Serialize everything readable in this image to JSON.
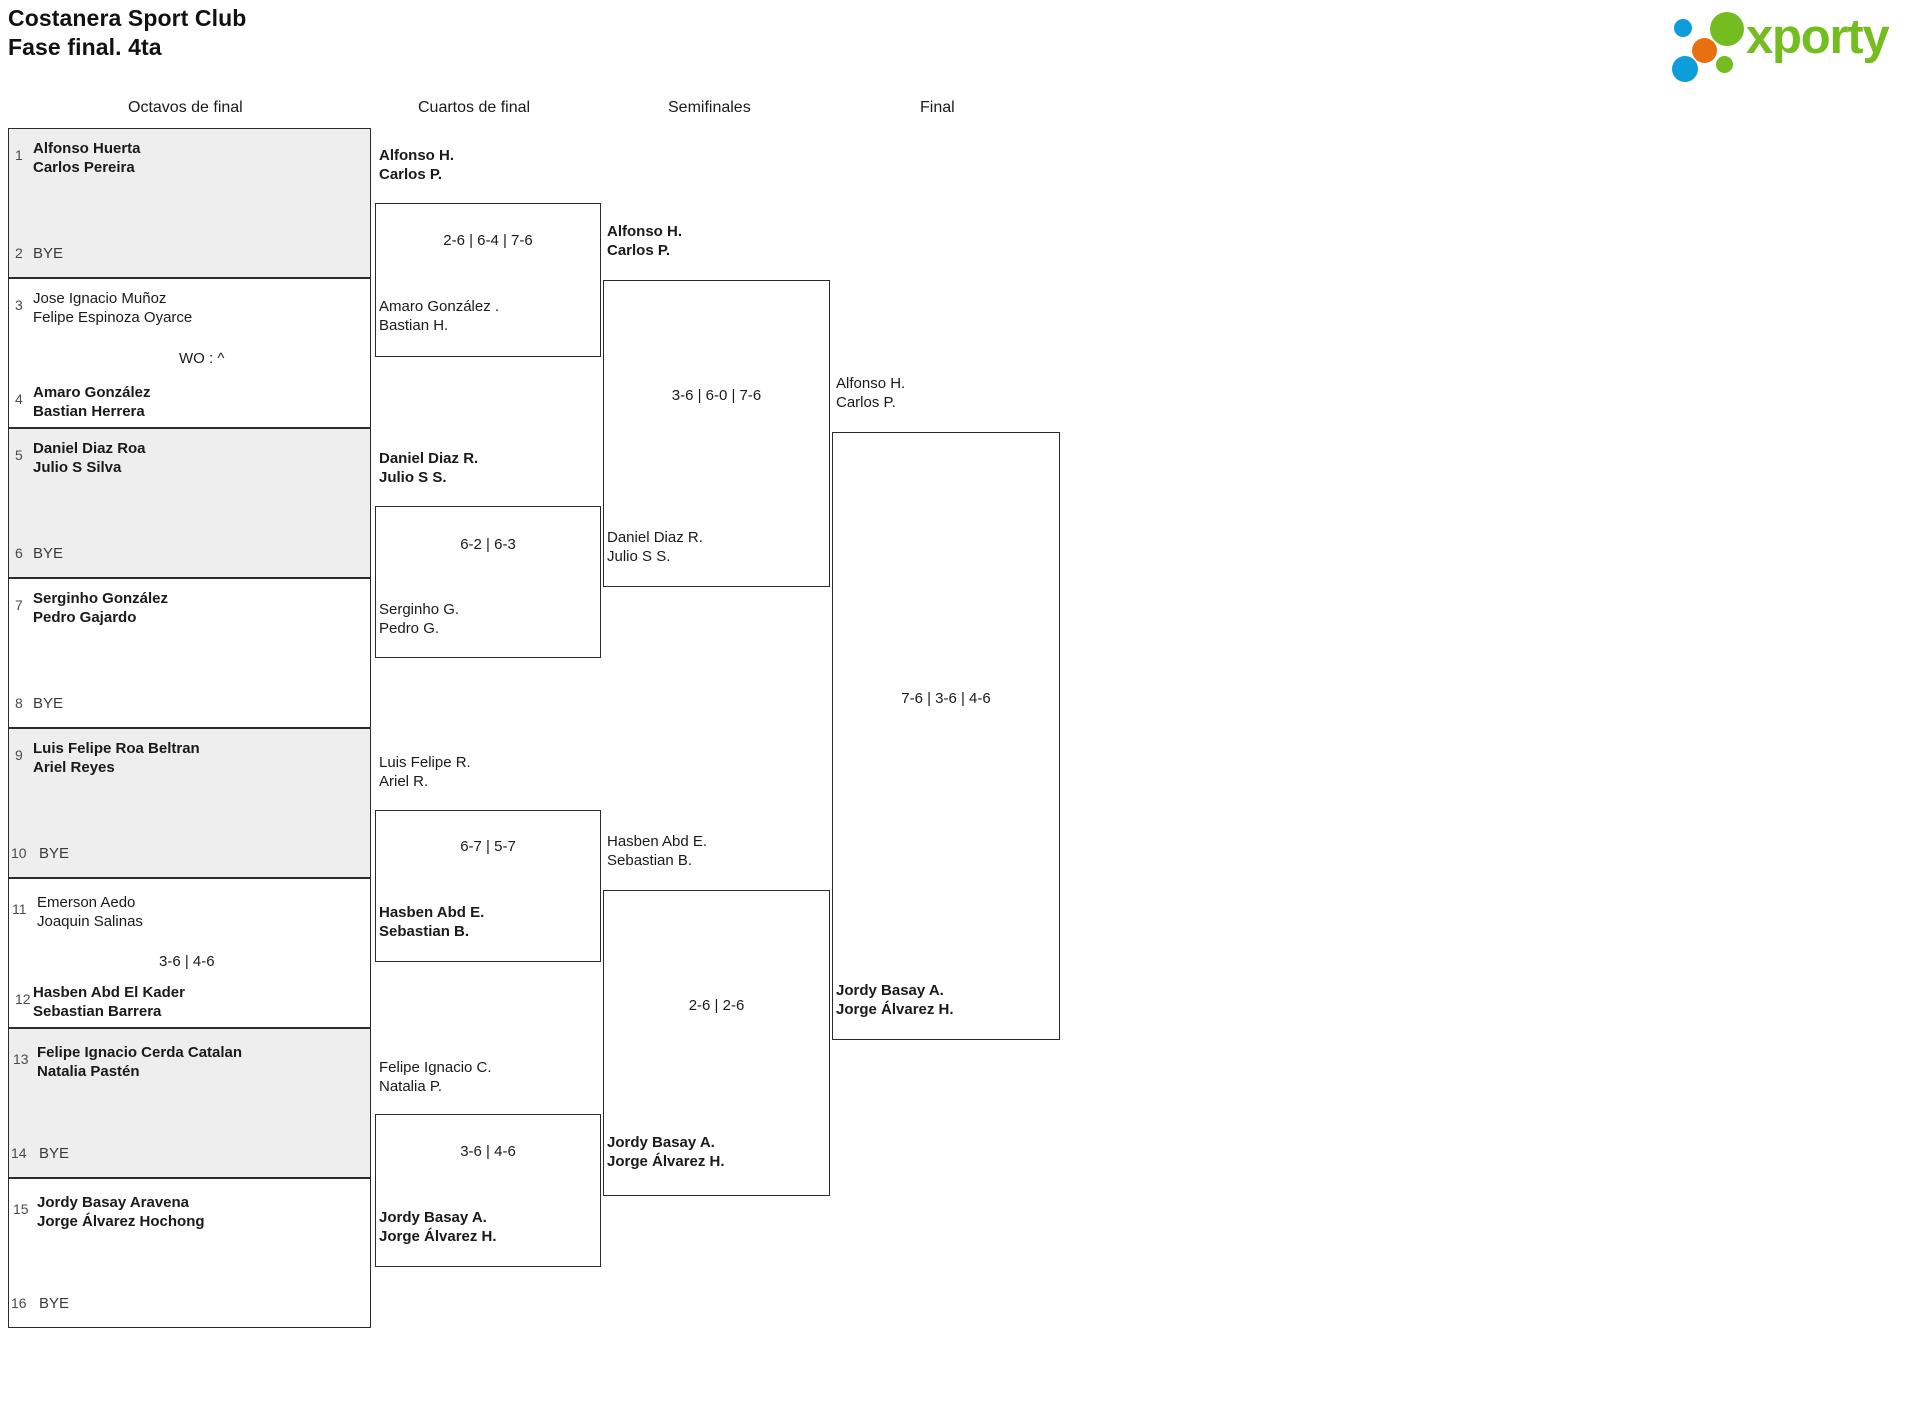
{
  "header": {
    "club": "Costanera Sport Club",
    "phase": "Fase final. 4ta",
    "logo_text": "xporty",
    "brand_colors": {
      "green": "#74bc1f",
      "blue": "#0d9ddb",
      "orange": "#e8700f"
    }
  },
  "rounds": [
    {
      "label": "Octavos de final"
    },
    {
      "label": "Cuartos de final"
    },
    {
      "label": "Semifinales"
    },
    {
      "label": "Final"
    }
  ],
  "round_of_16": {
    "seeds": [
      {
        "num": "1",
        "line1": "Alfonso Huerta",
        "line2": "Carlos Pereira",
        "winner": true,
        "bye": false
      },
      {
        "num": "2",
        "line1": "BYE",
        "line2": "",
        "winner": false,
        "bye": true
      },
      {
        "num": "3",
        "line1": "Jose Ignacio Muñoz",
        "line2": "Felipe Espinoza Oyarce",
        "winner": false,
        "bye": false
      },
      {
        "num": "4",
        "line1": "Amaro González",
        "line2": "Bastian Herrera",
        "winner": true,
        "bye": false
      },
      {
        "num": "5",
        "line1": "Daniel Diaz Roa",
        "line2": "Julio S Silva",
        "winner": true,
        "bye": false
      },
      {
        "num": "6",
        "line1": "BYE",
        "line2": "",
        "winner": false,
        "bye": true
      },
      {
        "num": "7",
        "line1": "Serginho González",
        "line2": "Pedro Gajardo",
        "winner": true,
        "bye": false
      },
      {
        "num": "8",
        "line1": "BYE",
        "line2": "",
        "winner": false,
        "bye": true
      },
      {
        "num": "9",
        "line1": "Luis Felipe Roa Beltran",
        "line2": "Ariel Reyes",
        "winner": true,
        "bye": false
      },
      {
        "num": "10",
        "line1": "BYE",
        "line2": "",
        "winner": false,
        "bye": true
      },
      {
        "num": "11",
        "line1": "Emerson Aedo",
        "line2": "Joaquin Salinas",
        "winner": false,
        "bye": false
      },
      {
        "num": "12",
        "line1": "Hasben Abd El Kader",
        "line2": "Sebastian Barrera",
        "winner": true,
        "bye": false
      },
      {
        "num": "13",
        "line1": "Felipe Ignacio Cerda Catalan",
        "line2": "Natalia Pastén",
        "winner": true,
        "bye": false
      },
      {
        "num": "14",
        "line1": "BYE",
        "line2": "",
        "winner": false,
        "bye": true
      },
      {
        "num": "15",
        "line1": "Jordy Basay Aravena",
        "line2": "Jorge Álvarez Hochong",
        "winner": true,
        "bye": false
      },
      {
        "num": "16",
        "line1": "BYE",
        "line2": "",
        "winner": false,
        "bye": true
      }
    ],
    "scores": [
      {
        "id": "m2",
        "text": "WO : ^"
      },
      {
        "id": "m6",
        "text": "3-6 | 4-6"
      }
    ]
  },
  "quarterfinals": [
    {
      "top": {
        "line1": "Alfonso H.",
        "line2": "Carlos P.",
        "winner": true
      },
      "bottom": {
        "line1": "Amaro González .",
        "line2": "Bastian H.",
        "winner": false
      },
      "score": "2-6 | 6-4 | 7-6"
    },
    {
      "top": {
        "line1": "Daniel Diaz R.",
        "line2": "Julio S S.",
        "winner": true
      },
      "bottom": {
        "line1": "Serginho G.",
        "line2": "Pedro G.",
        "winner": false
      },
      "score": "6-2 | 6-3"
    },
    {
      "top": {
        "line1": "Luis Felipe R.",
        "line2": "Ariel R.",
        "winner": false
      },
      "bottom": {
        "line1": "Hasben Abd E.",
        "line2": "Sebastian B.",
        "winner": true
      },
      "score": "6-7 | 5-7"
    },
    {
      "top": {
        "line1": "Felipe Ignacio C.",
        "line2": "Natalia P.",
        "winner": false
      },
      "bottom": {
        "line1": "Jordy Basay A.",
        "line2": "Jorge Álvarez H.",
        "winner": true
      },
      "score": "3-6 | 4-6"
    }
  ],
  "semifinals": [
    {
      "top": {
        "line1": "Alfonso H.",
        "line2": "Carlos P.",
        "winner": true
      },
      "bottom": {
        "line1": "Daniel Diaz R.",
        "line2": "Julio S S.",
        "winner": false
      },
      "score": "3-6 | 6-0 | 7-6"
    },
    {
      "top": {
        "line1": "Hasben Abd E.",
        "line2": "Sebastian B.",
        "winner": false
      },
      "bottom": {
        "line1": "Jordy Basay A.",
        "line2": "Jorge Álvarez H.",
        "winner": true
      },
      "score": "2-6 | 2-6"
    }
  ],
  "final": {
    "top": {
      "line1": "Alfonso H.",
      "line2": "Carlos P.",
      "winner": false
    },
    "bottom": {
      "line1": "Jordy Basay A.",
      "line2": "Jorge Álvarez H.",
      "winner": true
    },
    "score": "7-6 | 3-6 | 4-6"
  }
}
